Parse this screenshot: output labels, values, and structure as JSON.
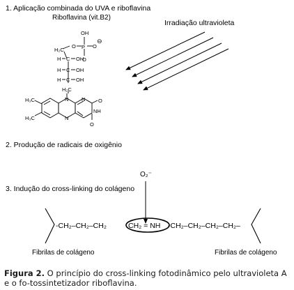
{
  "step1": "1. Aplicação combinada do UVA e riboflavina",
  "step2": "2. Produção de radicais de oxigênio",
  "step3": "3. Indução do cross-linking do colágeno",
  "riboflavin_label": "Riboflavina (vit.B2)",
  "uv_label": "Irradiação ultravioleta",
  "oxygen_radical": "O₂⁻",
  "molecule": {
    "oh": "OH",
    "h": "H",
    "c": "C",
    "p": "P",
    "o": "O",
    "minus": "⊖",
    "h2c": "H₂C",
    "h3c": "H₃C",
    "n": "N",
    "nh": "NH"
  },
  "chain": {
    "left": "-CH₂–CH₂–CH₂",
    "bond": "CH₂ = NH",
    "right": "-CH₂–CH₂–CH₂–CH₂–"
  },
  "fibril_left": "Fibrilas de colágeno",
  "fibril_right": "Fibrilas de colágeno",
  "caption": {
    "label": "Figura 2.",
    "text": " O princípio do cross-linking fotodinâmico pelo ultravioleta A e o fo-tossintetizador riboflavina."
  }
}
